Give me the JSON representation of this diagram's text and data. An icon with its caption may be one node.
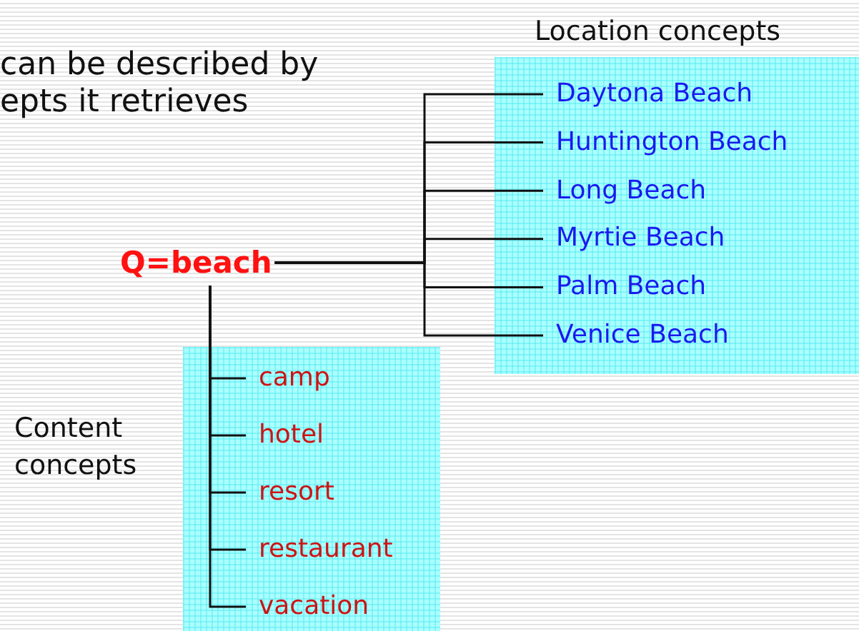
{
  "diagram": {
    "nodes": [
      {
        "text": [
          "Q=beach"
        ]
      },
      {
        "text": [
          "Location concepts"
        ]
      },
      {
        "text": [
          "Daytona Beach"
        ],
        "in": 1
      },
      {
        "text": [
          "Huntington Beach"
        ],
        "in": 1
      },
      {
        "text": [
          "Long Beach"
        ],
        "in": 1
      },
      {
        "text": [
          "Myrtie Beach"
        ],
        "in": 1
      },
      {
        "text": [
          "Palm Beach"
        ],
        "in": 1
      },
      {
        "text": [
          "Venice Beach"
        ],
        "in": 1
      },
      {
        "text": [
          "Content concepts"
        ]
      },
      {
        "text": [
          "camp"
        ],
        "in": 8
      },
      {
        "text": [
          "hotel"
        ],
        "in": 8
      },
      {
        "text": [
          "resort"
        ],
        "in": 8
      },
      {
        "text": [
          "restaurant"
        ],
        "in": 8
      },
      {
        "text": [
          "vacation"
        ],
        "in": 8
      }
    ],
    "edges": [
      {
        "from": 0,
        "to": 2,
        "arrow": "none"
      },
      {
        "from": 0,
        "to": 3,
        "arrow": "none"
      },
      {
        "from": 0,
        "to": 4,
        "arrow": "none"
      },
      {
        "from": 0,
        "to": 5,
        "arrow": "none"
      },
      {
        "from": 0,
        "to": 6,
        "arrow": "none"
      },
      {
        "from": 0,
        "to": 7,
        "arrow": "none"
      },
      {
        "from": 0,
        "to": 9,
        "arrow": "none"
      },
      {
        "from": 0,
        "to": 10,
        "arrow": "none"
      },
      {
        "from": 0,
        "to": 11,
        "arrow": "none"
      },
      {
        "from": 0,
        "to": 12,
        "arrow": "none"
      },
      {
        "from": 0,
        "to": 13,
        "arrow": "none"
      }
    ],
    "labels": [
      "can be described by epts it retrieves"
    ]
  }
}
